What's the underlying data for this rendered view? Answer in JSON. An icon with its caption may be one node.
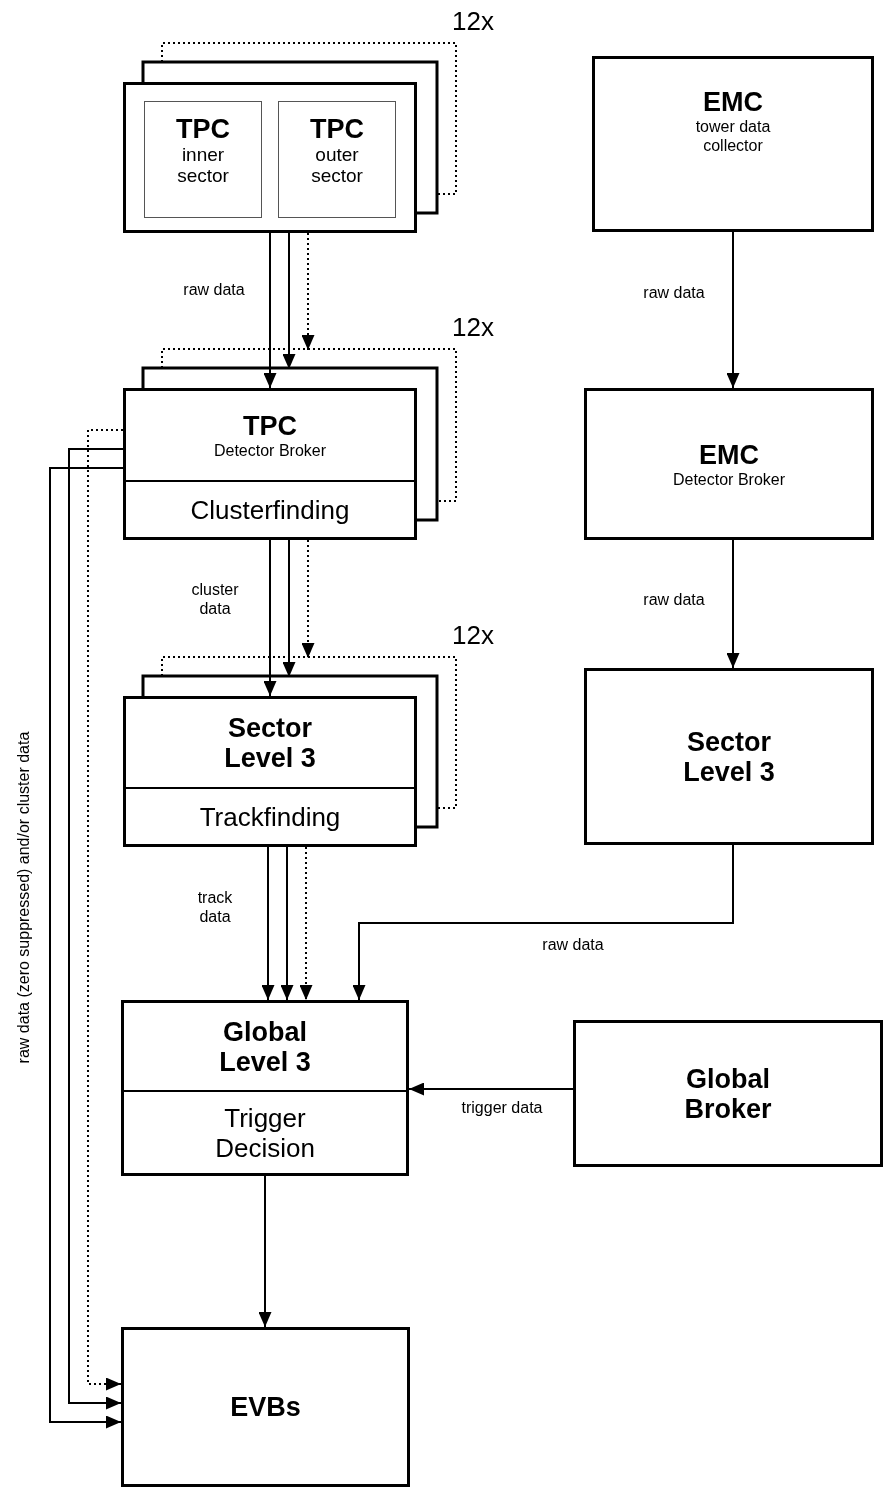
{
  "diagram": {
    "nodes": [
      {
        "text": [],
        "shape": "box",
        "beside": [
          "12x"
        ]
      },
      {
        "text": [
          "TPC",
          "inner sector"
        ],
        "in": 0
      },
      {
        "text": [
          "TPC",
          "outer sector"
        ],
        "in": 0
      },
      {
        "text": [
          "TPC",
          "Detector Broker",
          "Clusterfinding"
        ],
        "beside": [
          "12x"
        ]
      },
      {
        "text": [
          "Sector Level 3",
          "Trackfinding"
        ],
        "beside": [
          "12x"
        ]
      },
      {
        "text": [
          "Global Level 3",
          "Trigger Decision"
        ]
      },
      {
        "text": [
          "EVBs"
        ]
      },
      {
        "text": [
          "EMC",
          "tower data collector"
        ]
      },
      {
        "text": [
          "EMC",
          "Detector Broker"
        ]
      },
      {
        "text": [
          "Sector Level 3"
        ]
      },
      {
        "text": [
          "Global Broker"
        ]
      }
    ],
    "edges": [
      {
        "from": 0,
        "to": 3,
        "arrow": "to",
        "label": "raw data"
      },
      {
        "from": 0,
        "to": 3,
        "arrow": "to"
      },
      {
        "from": 0,
        "to": 3,
        "arrow": "to",
        "style": "dashed"
      },
      {
        "from": 3,
        "to": 4,
        "arrow": "to",
        "label": "cluster data"
      },
      {
        "from": 3,
        "to": 4,
        "arrow": "to"
      },
      {
        "from": 3,
        "to": 4,
        "arrow": "to",
        "style": "dashed"
      },
      {
        "from": 4,
        "to": 5,
        "arrow": "to",
        "label": "track data"
      },
      {
        "from": 4,
        "to": 5,
        "arrow": "to"
      },
      {
        "from": 4,
        "to": 5,
        "arrow": "to",
        "style": "dashed"
      },
      {
        "from": 3,
        "to": 6,
        "arrow": "to",
        "style": "dashed"
      },
      {
        "from": 3,
        "to": 6,
        "arrow": "to"
      },
      {
        "from": 3,
        "to": 6,
        "arrow": "to",
        "label": "raw data (zero suppressed) and/or cluster data"
      },
      {
        "from": 5,
        "to": 6,
        "arrow": "to"
      },
      {
        "from": 7,
        "to": 8,
        "arrow": "to",
        "label": "raw data"
      },
      {
        "from": 8,
        "to": 9,
        "arrow": "to",
        "label": "raw data"
      },
      {
        "from": 9,
        "to": 5,
        "arrow": "to",
        "label": "raw data"
      },
      {
        "from": 10,
        "to": 5,
        "arrow": "to",
        "label": "trigger data"
      }
    ]
  }
}
